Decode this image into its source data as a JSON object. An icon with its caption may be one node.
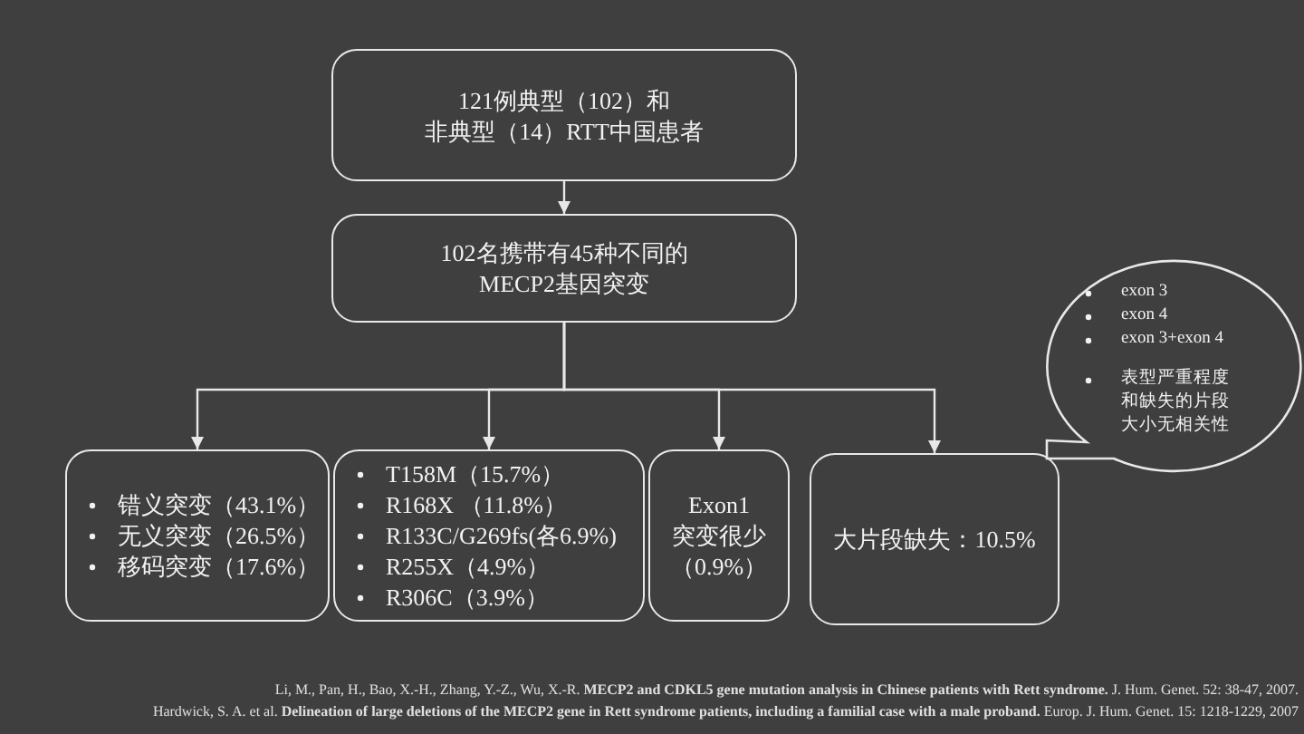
{
  "diagram": {
    "nodes": [
      {
        "text": [
          "121例典型（102）和非典型（14）RTT中国患者"
        ]
      },
      {
        "text": [
          "102名携带有45种不同的MECP2基因突变"
        ]
      },
      {
        "text": [
          "错义突变（43.1%）",
          "无义突变（26.5%）",
          "移码突变（17.6%）"
        ]
      },
      {
        "text": [
          "T158M（15.7%）",
          "R168X （11.8%）",
          "R133C/G269fs(各6.9%)",
          "R255X（4.9%）",
          "R306C（3.9%）"
        ]
      },
      {
        "text": [
          "Exon1突变很少（0.9%）"
        ]
      },
      {
        "text": [
          "大片段缺失：10.5%"
        ]
      },
      {
        "text": [
          "exon 3",
          "exon 4",
          "exon 3+exon 4",
          "表型严重程度和缺失的片段大小无相关性"
        ]
      }
    ],
    "edges": [
      {
        "from": 0,
        "to": 1,
        "arrow": "to"
      },
      {
        "from": 1,
        "to": 2,
        "arrow": "to"
      },
      {
        "from": 1,
        "to": 3,
        "arrow": "to"
      },
      {
        "from": 1,
        "to": 4,
        "arrow": "to"
      },
      {
        "from": 1,
        "to": 5,
        "arrow": "to"
      }
    ],
    "labels": [
      "Li, M., Pan, H., Bao, X.-H., Zhang, Y.-Z., Wu, X.-R. **MECP2 and CDKL5 gene mutation analysis in Chinese patients with Rett syndrome.** J. Hum. Genet. 52: 38-47, 2007.",
      "Hardwick, S. A. et al. **Delineation of large deletions of the MECP2 gene in Rett syndrome patients, including a familial case with a male proband.** Europ. J. Hum. Genet. 15: 1218-1229, 2007"
    ]
  }
}
